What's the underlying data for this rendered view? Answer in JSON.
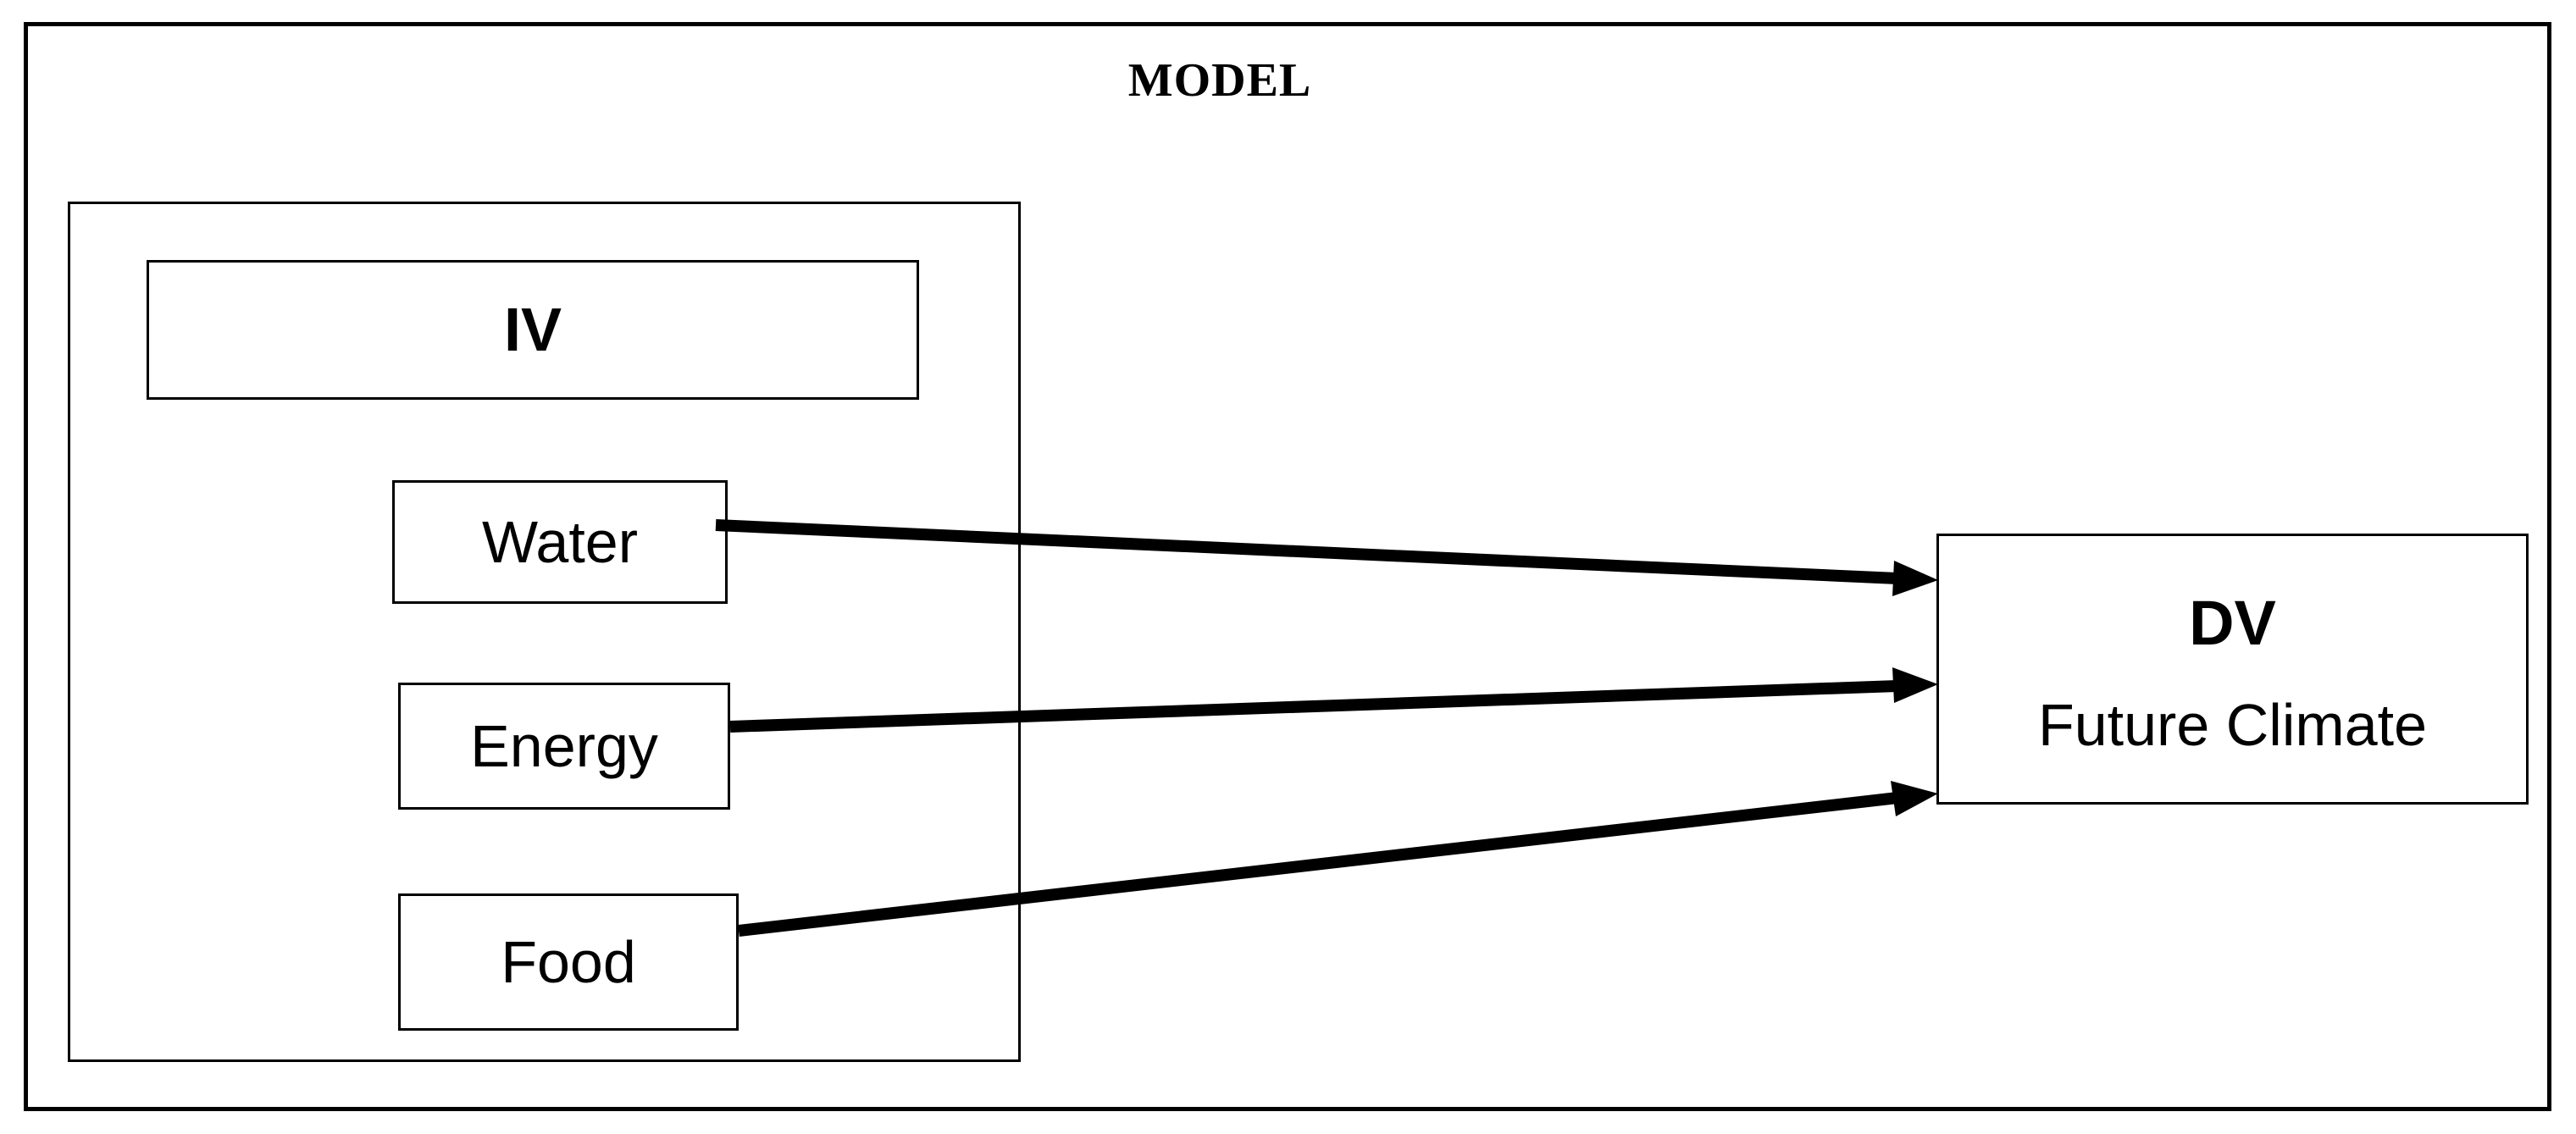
{
  "model": {
    "title": "MODEL"
  },
  "iv": {
    "header": "IV",
    "variables": [
      "Water",
      "Energy",
      "Food"
    ]
  },
  "dv": {
    "header": "DV",
    "label": "Future Climate"
  },
  "edges": [
    {
      "from": "Water",
      "to": "Future Climate"
    },
    {
      "from": "Energy",
      "to": "Future Climate"
    },
    {
      "from": "Food",
      "to": "Future Climate"
    }
  ]
}
